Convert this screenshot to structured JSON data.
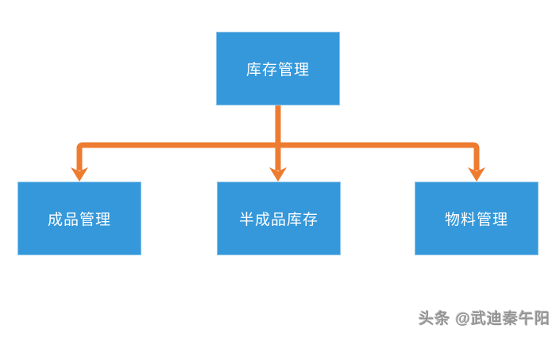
{
  "diagram": {
    "type": "org-chart",
    "nodes": {
      "root": {
        "label": "库存管理"
      },
      "children": [
        {
          "label": "成品管理"
        },
        {
          "label": "半成品库存"
        },
        {
          "label": "物料管理"
        }
      ]
    },
    "colors": {
      "box_fill": "#3498db",
      "box_text": "#ffffff",
      "arrow": "#ed7c31",
      "background": "#ffffff"
    }
  },
  "watermark": {
    "text": "头条 @武迪秦午阳",
    "color": "#949494"
  }
}
